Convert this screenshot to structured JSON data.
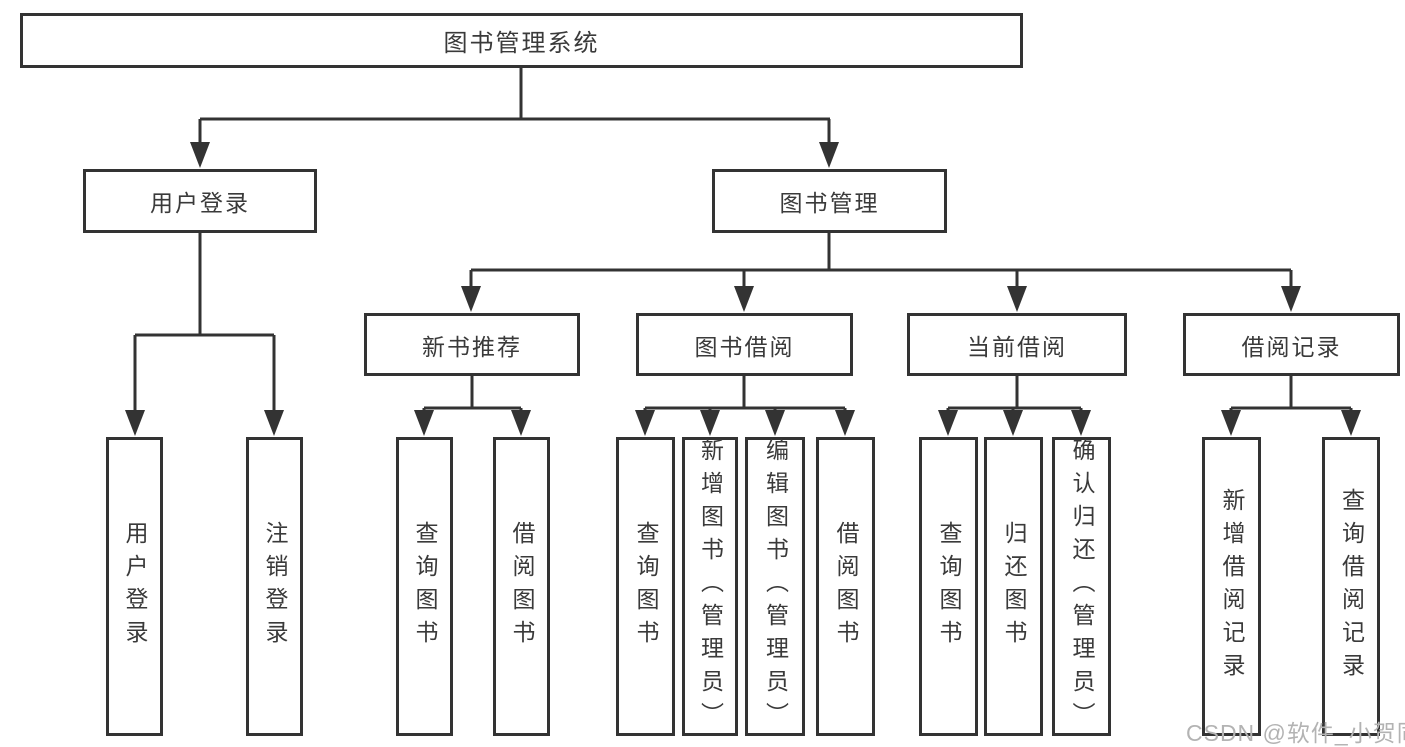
{
  "title": "图书管理系统",
  "colors": {
    "line": "#333333",
    "box_border": "#333333",
    "box_background": "#ffffff",
    "text": "#3a3a3a",
    "page_background": "#ffffff",
    "watermark": "#b3b3b3"
  },
  "watermark": {
    "text": "CSDN @软件_小贺同学"
  },
  "nodes": {
    "root": {
      "label": "图书管理系统"
    },
    "user_login": {
      "label": "用户登录"
    },
    "book_mgmt": {
      "label": "图书管理"
    },
    "new_book_rec": {
      "label": "新书推荐"
    },
    "book_borrow": {
      "label": "图书借阅"
    },
    "current_borrow": {
      "label": "当前借阅"
    },
    "borrow_record": {
      "label": "借阅记录"
    },
    "leaf_user_login": {
      "label": "用户登录"
    },
    "leaf_logout": {
      "label": "注销登录"
    },
    "leaf_query_book_rec": {
      "label": "查询图书"
    },
    "leaf_borrow_book_rec": {
      "label": "借阅图书"
    },
    "leaf_query_book_borrow": {
      "label": "查询图书"
    },
    "leaf_add_book_admin": {
      "label": "新增图书（管理员）"
    },
    "leaf_edit_book_admin": {
      "label": "编辑图书（管理员）"
    },
    "leaf_borrow_book_borrow": {
      "label": "借阅图书"
    },
    "leaf_query_book_current": {
      "label": "查询图书"
    },
    "leaf_return_book": {
      "label": "归还图书"
    },
    "leaf_confirm_return_admin": {
      "label": "确认归还（管理员）"
    },
    "leaf_add_borrow_record": {
      "label": "新增借阅记录"
    },
    "leaf_query_borrow_record": {
      "label": "查询借阅记录"
    }
  },
  "hierarchy": {
    "图书管理系统": {
      "用户登录": [
        "用户登录",
        "注销登录"
      ],
      "图书管理": {
        "新书推荐": [
          "查询图书",
          "借阅图书"
        ],
        "图书借阅": [
          "查询图书",
          "新增图书（管理员）",
          "编辑图书（管理员）",
          "借阅图书"
        ],
        "当前借阅": [
          "查询图书",
          "归还图书",
          "确认归还（管理员）"
        ],
        "借阅记录": [
          "新增借阅记录",
          "查询借阅记录"
        ]
      }
    }
  }
}
